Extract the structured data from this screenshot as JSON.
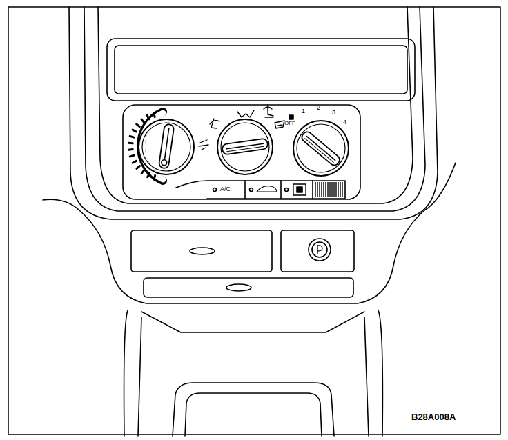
{
  "diagram": {
    "nodes": [
      {
        "text": [
          "A/C"
        ]
      }
    ],
    "labels": [
      "OFF",
      "1",
      "2",
      "3",
      "4",
      "B28A008A"
    ]
  }
}
